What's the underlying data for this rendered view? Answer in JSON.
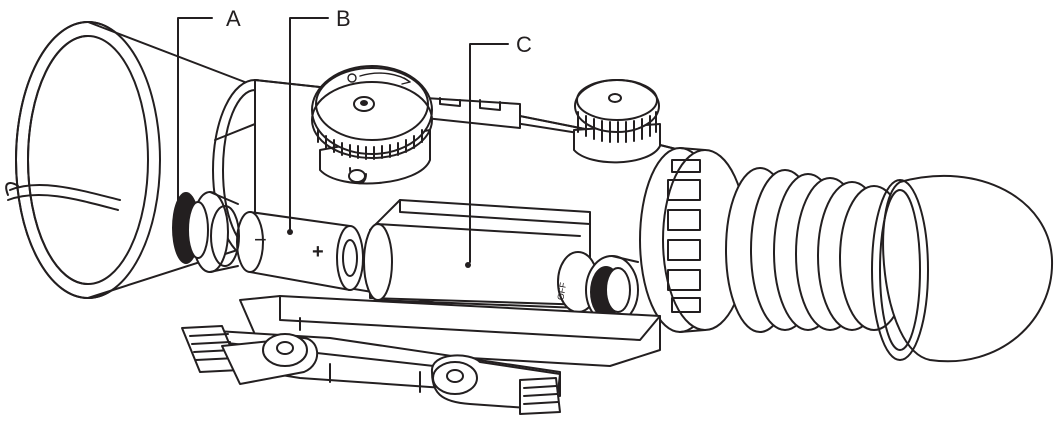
{
  "callouts": [
    {
      "id": "A",
      "label": "A"
    },
    {
      "id": "B",
      "label": "B"
    },
    {
      "id": "C",
      "label": "C"
    }
  ],
  "battery": {
    "minus": "−",
    "plus": "+"
  },
  "switch_text": "OFF",
  "colors": {
    "ink": "#231f20",
    "paper": "#ffffff"
  }
}
